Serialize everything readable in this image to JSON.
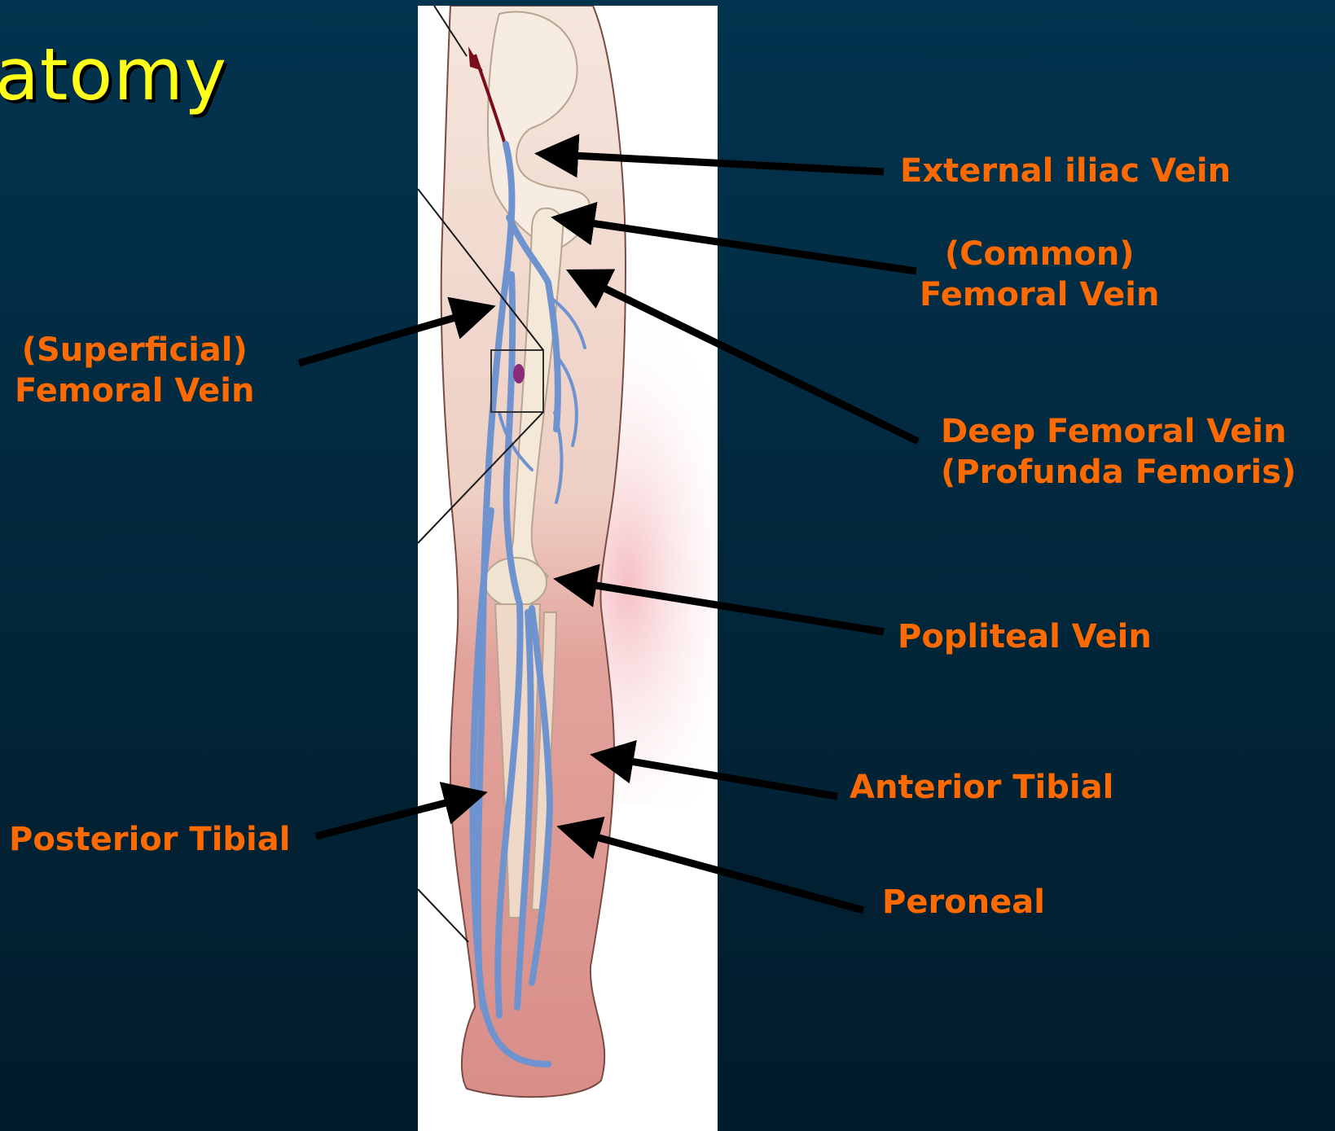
{
  "title": "atomy",
  "colors": {
    "background_top": "#02344f",
    "background_bottom": "#011c2b",
    "title": "#ffff1a",
    "label": "#ff6a00",
    "vein": "#6f93cf",
    "skin": "#e7a6a0",
    "arrow": "#000000"
  },
  "labels": {
    "external_iliac": "External iliac Vein",
    "common_femoral_line1": "(Common)",
    "common_femoral_line2": "Femoral Vein",
    "superficial_femoral_line1": "(Superficial)",
    "superficial_femoral_line2": "Femoral Vein",
    "deep_femoral_line1": "Deep Femoral Vein",
    "deep_femoral_line2": "(Profunda Femoris)",
    "popliteal": "Popliteal Vein",
    "anterior_tibial": "Anterior Tibial",
    "posterior_tibial": "Posterior Tibial",
    "peroneal": "Peroneal"
  }
}
